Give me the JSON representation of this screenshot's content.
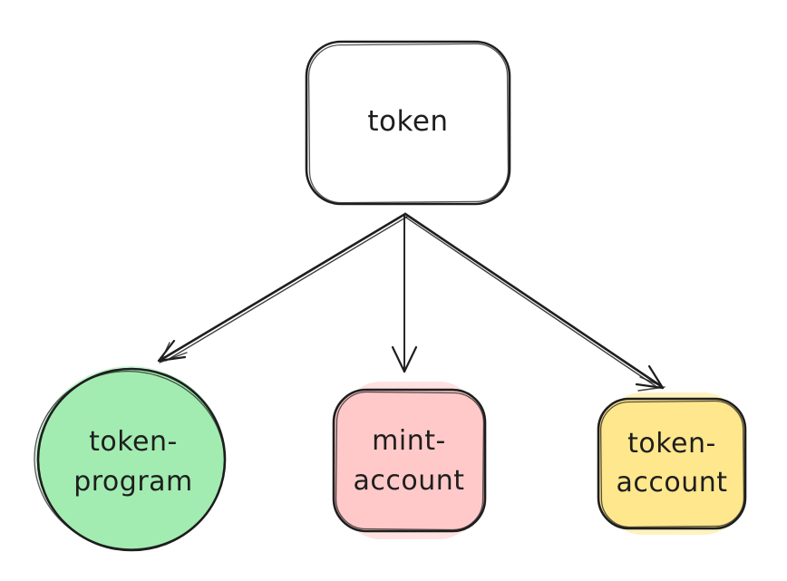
{
  "canvas": {
    "background": "#ffffff",
    "stroke_color": "#1e1e1e",
    "text_color": "#1e1e1e"
  },
  "nodes": {
    "token": {
      "shape": "rounded-rectangle",
      "fill": "#ffffff",
      "lines": [
        "token"
      ]
    },
    "token_program": {
      "shape": "circle",
      "fill": "#a2ecb1",
      "lines": [
        "token-",
        "program"
      ]
    },
    "mint_account": {
      "shape": "rounded-rectangle",
      "fill": "#ffc9c9",
      "lines": [
        "mint-",
        "account"
      ]
    },
    "token_account": {
      "shape": "rounded-rectangle",
      "fill": "#ffe78d",
      "lines": [
        "token-",
        "account"
      ]
    }
  },
  "edges": [
    {
      "from": "token",
      "to": "token-program",
      "style": "arrow"
    },
    {
      "from": "token",
      "to": "mint-account",
      "style": "arrow"
    },
    {
      "from": "token",
      "to": "token-account",
      "style": "arrow"
    }
  ]
}
